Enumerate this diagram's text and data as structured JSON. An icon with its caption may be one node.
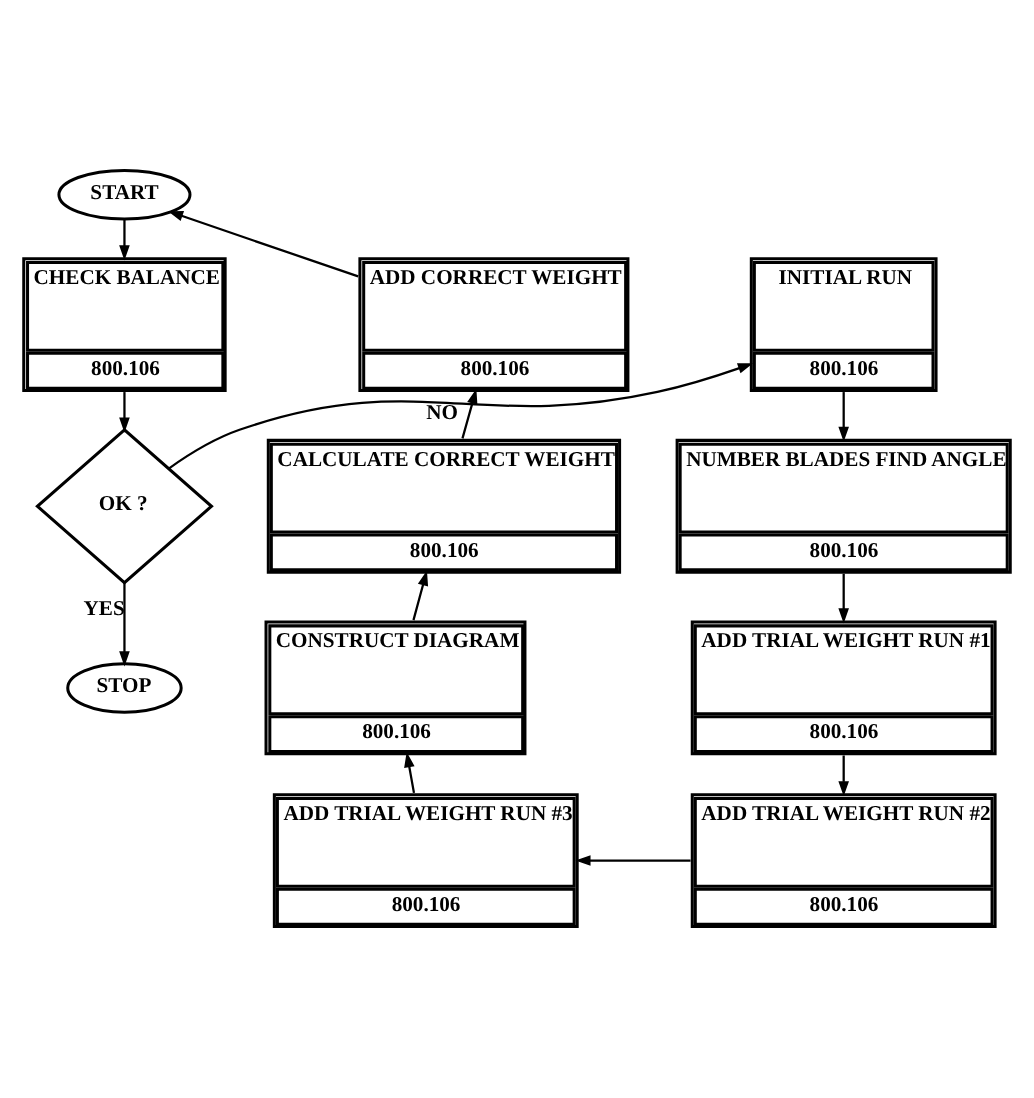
{
  "diagram": {
    "nodes": [
      {
        "text": [
          "START"
        ]
      },
      {
        "text": [
          "CHECK BALANCE",
          "800.106"
        ]
      },
      {
        "text": [
          "OK ?"
        ]
      },
      {
        "text": [
          "STOP"
        ]
      },
      {
        "text": [
          "INITIAL RUN",
          "800.106"
        ]
      },
      {
        "text": [
          "NUMBER BLADES FIND ANGLE",
          "800.106"
        ]
      },
      {
        "text": [
          "ADD TRIAL WEIGHT RUN #1",
          "800.106"
        ]
      },
      {
        "text": [
          "ADD TRIAL WEIGHT RUN #2",
          "800.106"
        ]
      },
      {
        "text": [
          "ADD TRIAL WEIGHT RUN #3",
          "800.106"
        ]
      },
      {
        "text": [
          "CONSTRUCT DIAGRAM",
          "800.106"
        ]
      },
      {
        "text": [
          "CALCULATE CORRECT WEIGHT",
          "800.106"
        ]
      },
      {
        "text": [
          "ADD CORRECT WEIGHT",
          "800.106"
        ]
      }
    ],
    "edges": [
      {
        "from": 0,
        "to": 1,
        "arrow": "to"
      },
      {
        "from": 1,
        "to": 2,
        "arrow": "to"
      },
      {
        "from": 2,
        "to": 3,
        "arrow": "to",
        "label": "YES"
      },
      {
        "from": 2,
        "to": 4,
        "arrow": "to",
        "label": "NO"
      },
      {
        "from": 4,
        "to": 5,
        "arrow": "to"
      },
      {
        "from": 5,
        "to": 6,
        "arrow": "to"
      },
      {
        "from": 6,
        "to": 7,
        "arrow": "to"
      },
      {
        "from": 7,
        "to": 8,
        "arrow": "to"
      },
      {
        "from": 8,
        "to": 9,
        "arrow": "to"
      },
      {
        "from": 9,
        "to": 10,
        "arrow": "to"
      },
      {
        "from": 10,
        "to": 11,
        "arrow": "to"
      },
      {
        "from": 11,
        "to": 0,
        "arrow": "to"
      }
    ]
  }
}
